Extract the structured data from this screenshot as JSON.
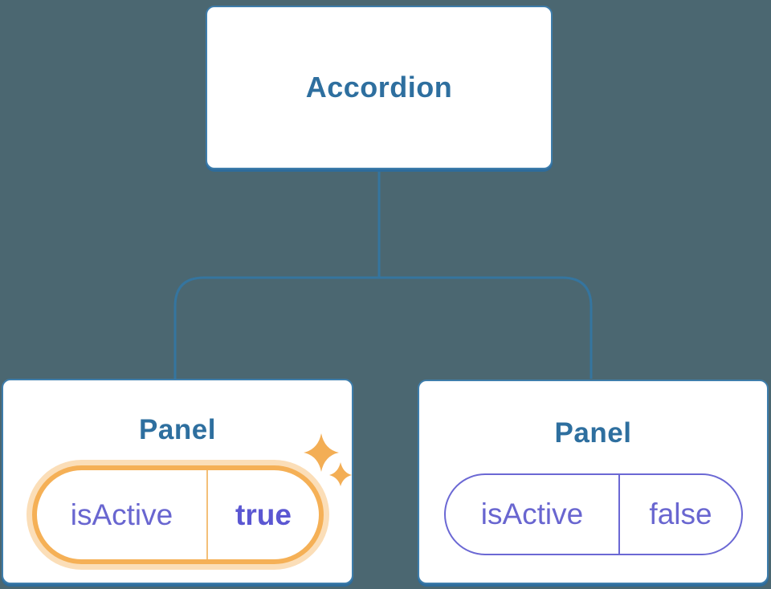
{
  "diagram": {
    "root_node": {
      "label": "Accordion"
    },
    "panels": [
      {
        "label": "Panel",
        "state": {
          "key": "isActive",
          "value": "true"
        },
        "highlighted": true,
        "icon": "sparkles-icon"
      },
      {
        "label": "Panel",
        "state": {
          "key": "isActive",
          "value": "false"
        },
        "highlighted": false
      }
    ]
  },
  "colors": {
    "background": "#4b6771",
    "node_fill": "#ffffff",
    "node_border_blue": "#3e7dab",
    "node_shadow_blue": "#2e6c9b",
    "node_text_blue": "#2e6f9f",
    "connector_blue": "#35759f",
    "state_text_purple": "#6966d0",
    "state_value_bold_purple": "#5b57d2",
    "state_border_purple": "#6b68d4",
    "highlight_orange": "#f5b056",
    "highlight_halo_orange": "#fbdfae",
    "sparkle_orange": "#f3ae55"
  }
}
